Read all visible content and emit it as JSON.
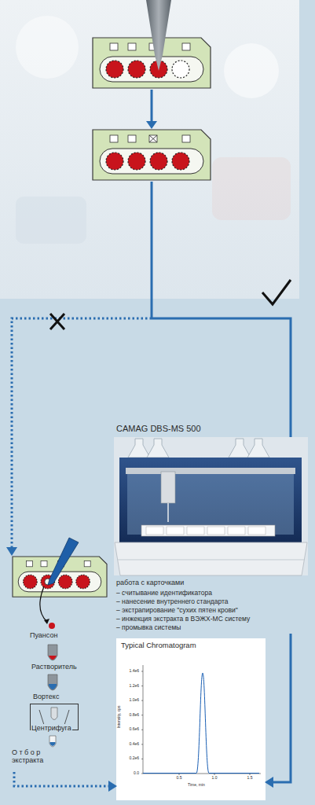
{
  "diagram": {
    "nodes": [
      {
        "text": [
          "Пуансон"
        ]
      },
      {
        "text": [
          "Растворитель"
        ]
      },
      {
        "text": [
          "Вортекс"
        ]
      },
      {
        "text": [
          "Центрифуга"
        ]
      },
      {
        "text": [
          "О т б о р экстракта"
        ]
      },
      {
        "text": [
          "CAMAG DBS-MS 500",
          "работа с карточками",
          "– считывание идентификатора",
          "– нанесение внутреннего стандарта",
          "– экстрапирование \"сухих пятен крови\"",
          "– инжекция экстракта в ВЭЖХ-МС систему",
          "– промывка системы"
        ]
      },
      {
        "text": [
          "Typical Chromatogram",
          "1.4e6",
          "1.2e6",
          "1.0e6",
          "0.8e6",
          "0.6e6",
          "0.4e6",
          "0.2e6",
          "0.0",
          "Intensity, cps",
          "0.5",
          "1.0",
          "1.5",
          "Time, min"
        ]
      }
    ],
    "edges": [
      {
        "from": 4,
        "to": 6,
        "arrow": "to"
      },
      {
        "from": 5,
        "to": 6,
        "arrow": "to"
      }
    ]
  }
}
